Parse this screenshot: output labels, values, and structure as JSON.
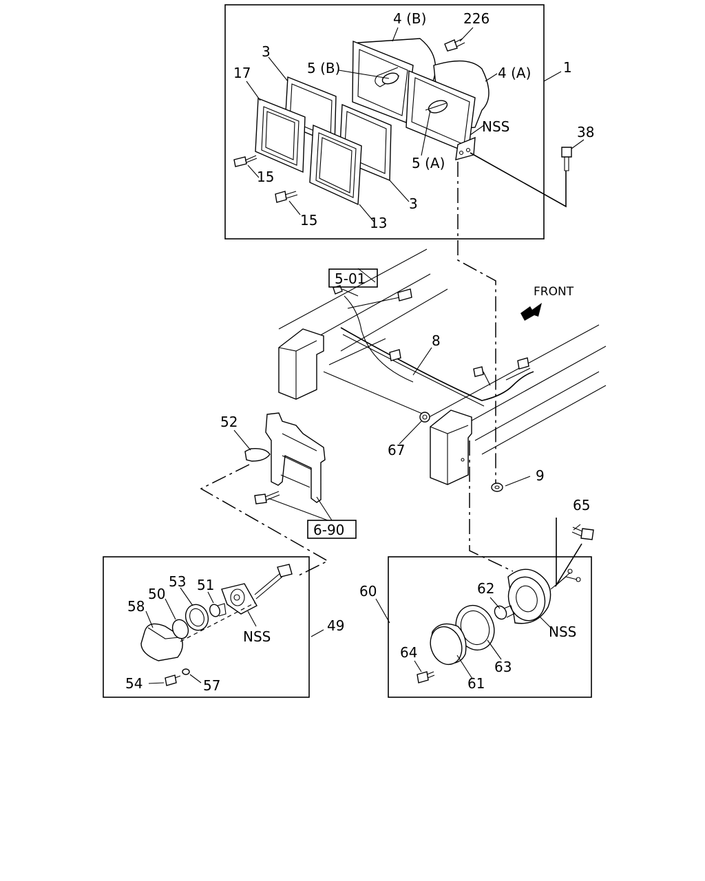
{
  "labels": {
    "l1": "1",
    "l3a": "3",
    "l3b": "3",
    "l4a": "4 (A)",
    "l4b": "4 (B)",
    "l5a": "5 (A)",
    "l5b": "5 (B)",
    "l8": "8",
    "l9": "9",
    "l13": "13",
    "l15a": "15",
    "l15b": "15",
    "l17": "17",
    "l38": "38",
    "l49": "49",
    "l50": "50",
    "l51": "51",
    "l52": "52",
    "l53": "53",
    "l54": "54",
    "l57": "57",
    "l58": "58",
    "l60": "60",
    "l61": "61",
    "l62": "62",
    "l63": "63",
    "l64": "64",
    "l65": "65",
    "l67": "67",
    "l226": "226",
    "nss1": "NSS",
    "nss2": "NSS",
    "nss3": "NSS",
    "ref501": "5-01",
    "ref690": "6-90",
    "front": "FRONT"
  }
}
